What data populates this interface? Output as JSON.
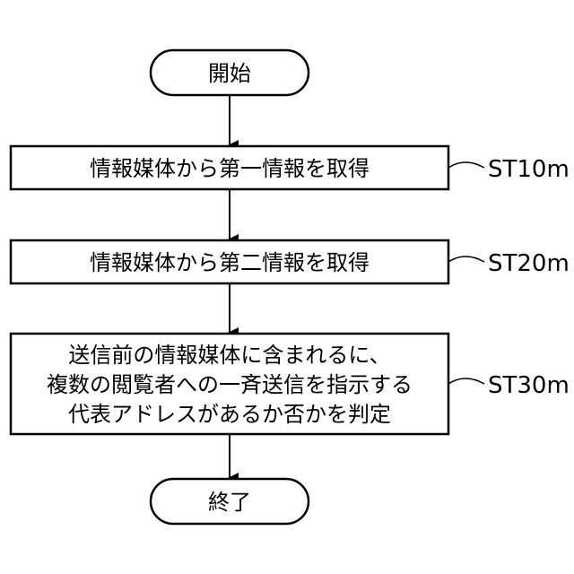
{
  "nodes": {
    "start": {
      "label": "開始"
    },
    "step1": {
      "label": "情報媒体から第一情報を取得",
      "ref": "ST10m"
    },
    "step2": {
      "label": "情報媒体から第二情報を取得",
      "ref": "ST20m"
    },
    "step3": {
      "lines": [
        "送信前の情報媒体に含まれるに、",
        "複数の閲覧者への一斉送信を指示する",
        "代表アドレスがあるか否かを判定"
      ],
      "ref": "ST30m"
    },
    "end": {
      "label": "終了"
    }
  }
}
